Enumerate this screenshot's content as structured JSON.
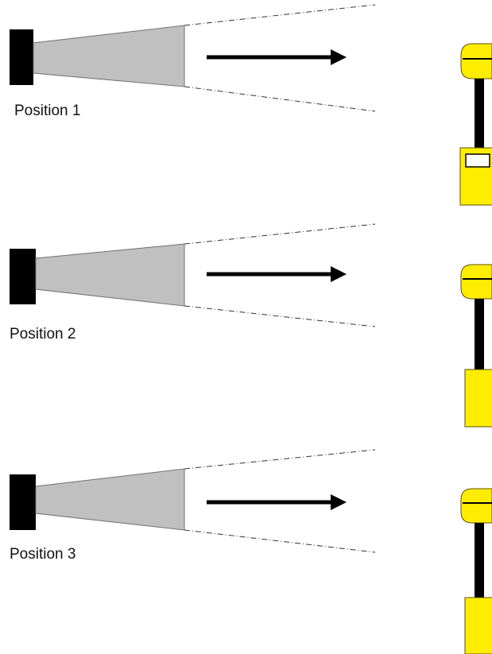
{
  "positions": [
    {
      "label": "Position 1",
      "receiver_variant": "display-unit"
    },
    {
      "label": "Position 2",
      "receiver_variant": "plain-unit"
    },
    {
      "label": "Position 3",
      "receiver_variant": "plain-unit"
    }
  ],
  "colors": {
    "emitter": "#000000",
    "beam_fill": "#c0c0c0",
    "beam_outline": "#6e6e6e",
    "arrow": "#000000",
    "receiver_fill": "#ffed00",
    "receiver_outline": "#5c5200",
    "pole": "#000000",
    "display_window": "#ffffff"
  }
}
